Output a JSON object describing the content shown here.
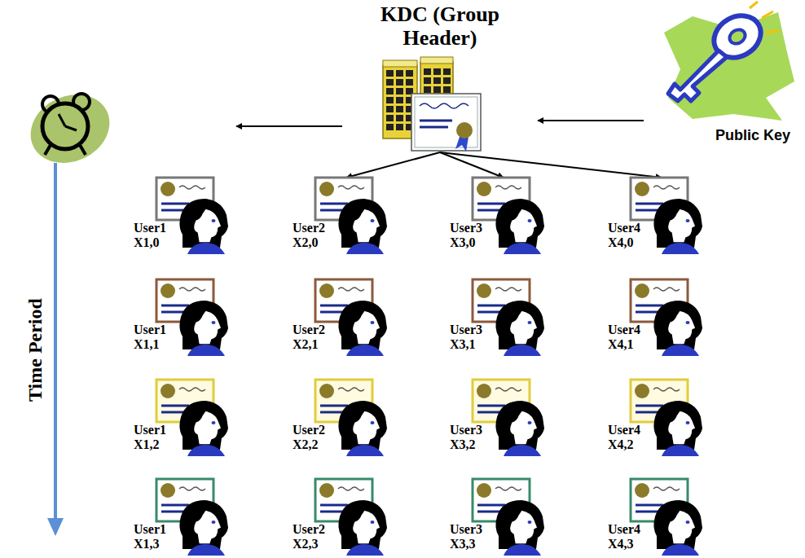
{
  "diagram": {
    "nodes": [
      {
        "text": [
          "KDC (Group Header)"
        ]
      },
      {
        "text": [
          "Public Key"
        ]
      },
      {
        "text": [
          "User1",
          "X1,0"
        ]
      },
      {
        "text": [
          "User2",
          "X2,0"
        ]
      },
      {
        "text": [
          "User3",
          "X3,0"
        ]
      },
      {
        "text": [
          "User4",
          "X4,0"
        ]
      },
      {
        "text": [
          "User1",
          "X1,1"
        ]
      },
      {
        "text": [
          "User2",
          "X2,1"
        ]
      },
      {
        "text": [
          "User3",
          "X3,1"
        ]
      },
      {
        "text": [
          "User4",
          "X4,1"
        ]
      },
      {
        "text": [
          "User1",
          "X1,2"
        ]
      },
      {
        "text": [
          "User2",
          "X2,2"
        ]
      },
      {
        "text": [
          "User3",
          "X3,2"
        ]
      },
      {
        "text": [
          "User4",
          "X4,2"
        ]
      },
      {
        "text": [
          "User1",
          "X1,3"
        ]
      },
      {
        "text": [
          "User2",
          "X2,3"
        ]
      },
      {
        "text": [
          "User3",
          "X3,3"
        ]
      },
      {
        "text": [
          "User4",
          "X4,3"
        ]
      }
    ],
    "edges": [
      {
        "from": 1,
        "to": 0,
        "arrow": "to"
      },
      {
        "from": 0,
        "to": 2,
        "arrow": "to"
      },
      {
        "from": 0,
        "to": 3,
        "arrow": "to"
      },
      {
        "from": 0,
        "to": 4,
        "arrow": "to"
      },
      {
        "from": 0,
        "to": 5,
        "arrow": "to"
      }
    ],
    "labels": [
      "Time Period"
    ]
  }
}
